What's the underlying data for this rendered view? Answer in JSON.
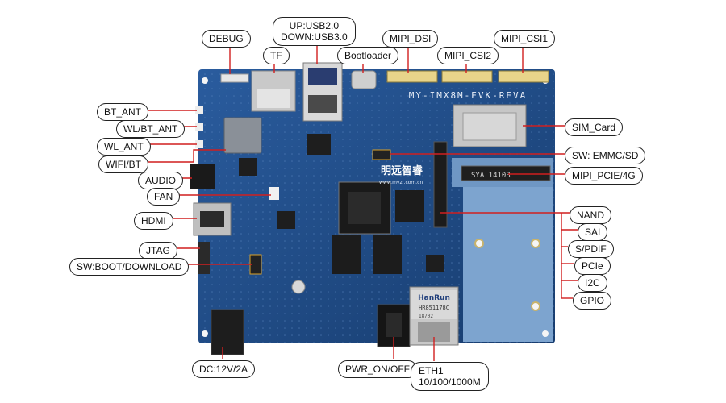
{
  "colors": {
    "board": "#1f4f8f",
    "board_dark": "#173c6e",
    "module": "#7da4cf",
    "leader": "#d11f1f",
    "label_border": "#222222",
    "label_bg": "#ffffff"
  },
  "board": {
    "silkscreen_model": "MY-IMX8M-EVK-REVA",
    "brand_logo": "明远智睿",
    "brand_url": "www.myzr.com.cn",
    "ethernet_jack_brand": "HanRun",
    "ethernet_jack_part": "HR851178C",
    "ethernet_jack_code": "18/02",
    "module_marking": "SYA 14103"
  },
  "labels": {
    "debug": "DEBUG",
    "tf": "TF",
    "usb_line1": "UP:USB2.0",
    "usb_line2": "DOWN:USB3.0",
    "bootloader": "Bootloader",
    "mipi_dsi": "MIPI_DSI",
    "mipi_csi2": "MIPI_CSI2",
    "mipi_csi1": "MIPI_CSI1",
    "bt_ant": "BT_ANT",
    "wl_bt_ant": "WL/BT_ANT",
    "wl_ant": "WL_ANT",
    "wifi_bt": "WIFI/BT",
    "audio": "AUDIO",
    "fan": "FAN",
    "hdmi": "HDMI",
    "jtag": "JTAG",
    "sw_boot": "SW:BOOT/DOWNLOAD",
    "dc": "DC:12V/2A",
    "pwr": "PWR_ON/OFF",
    "eth_line1": "ETH1",
    "eth_line2": "10/100/1000M",
    "sim_card": "SIM_Card",
    "sw_emmc": "SW: EMMC/SD",
    "mipi_pcie": "MIPI_PCIE/4G",
    "nand": "NAND",
    "sai": "SAI",
    "spdif": "S/PDIF",
    "pcie": "PCIe",
    "i2c": "I2C",
    "gpio": "GPIO"
  }
}
